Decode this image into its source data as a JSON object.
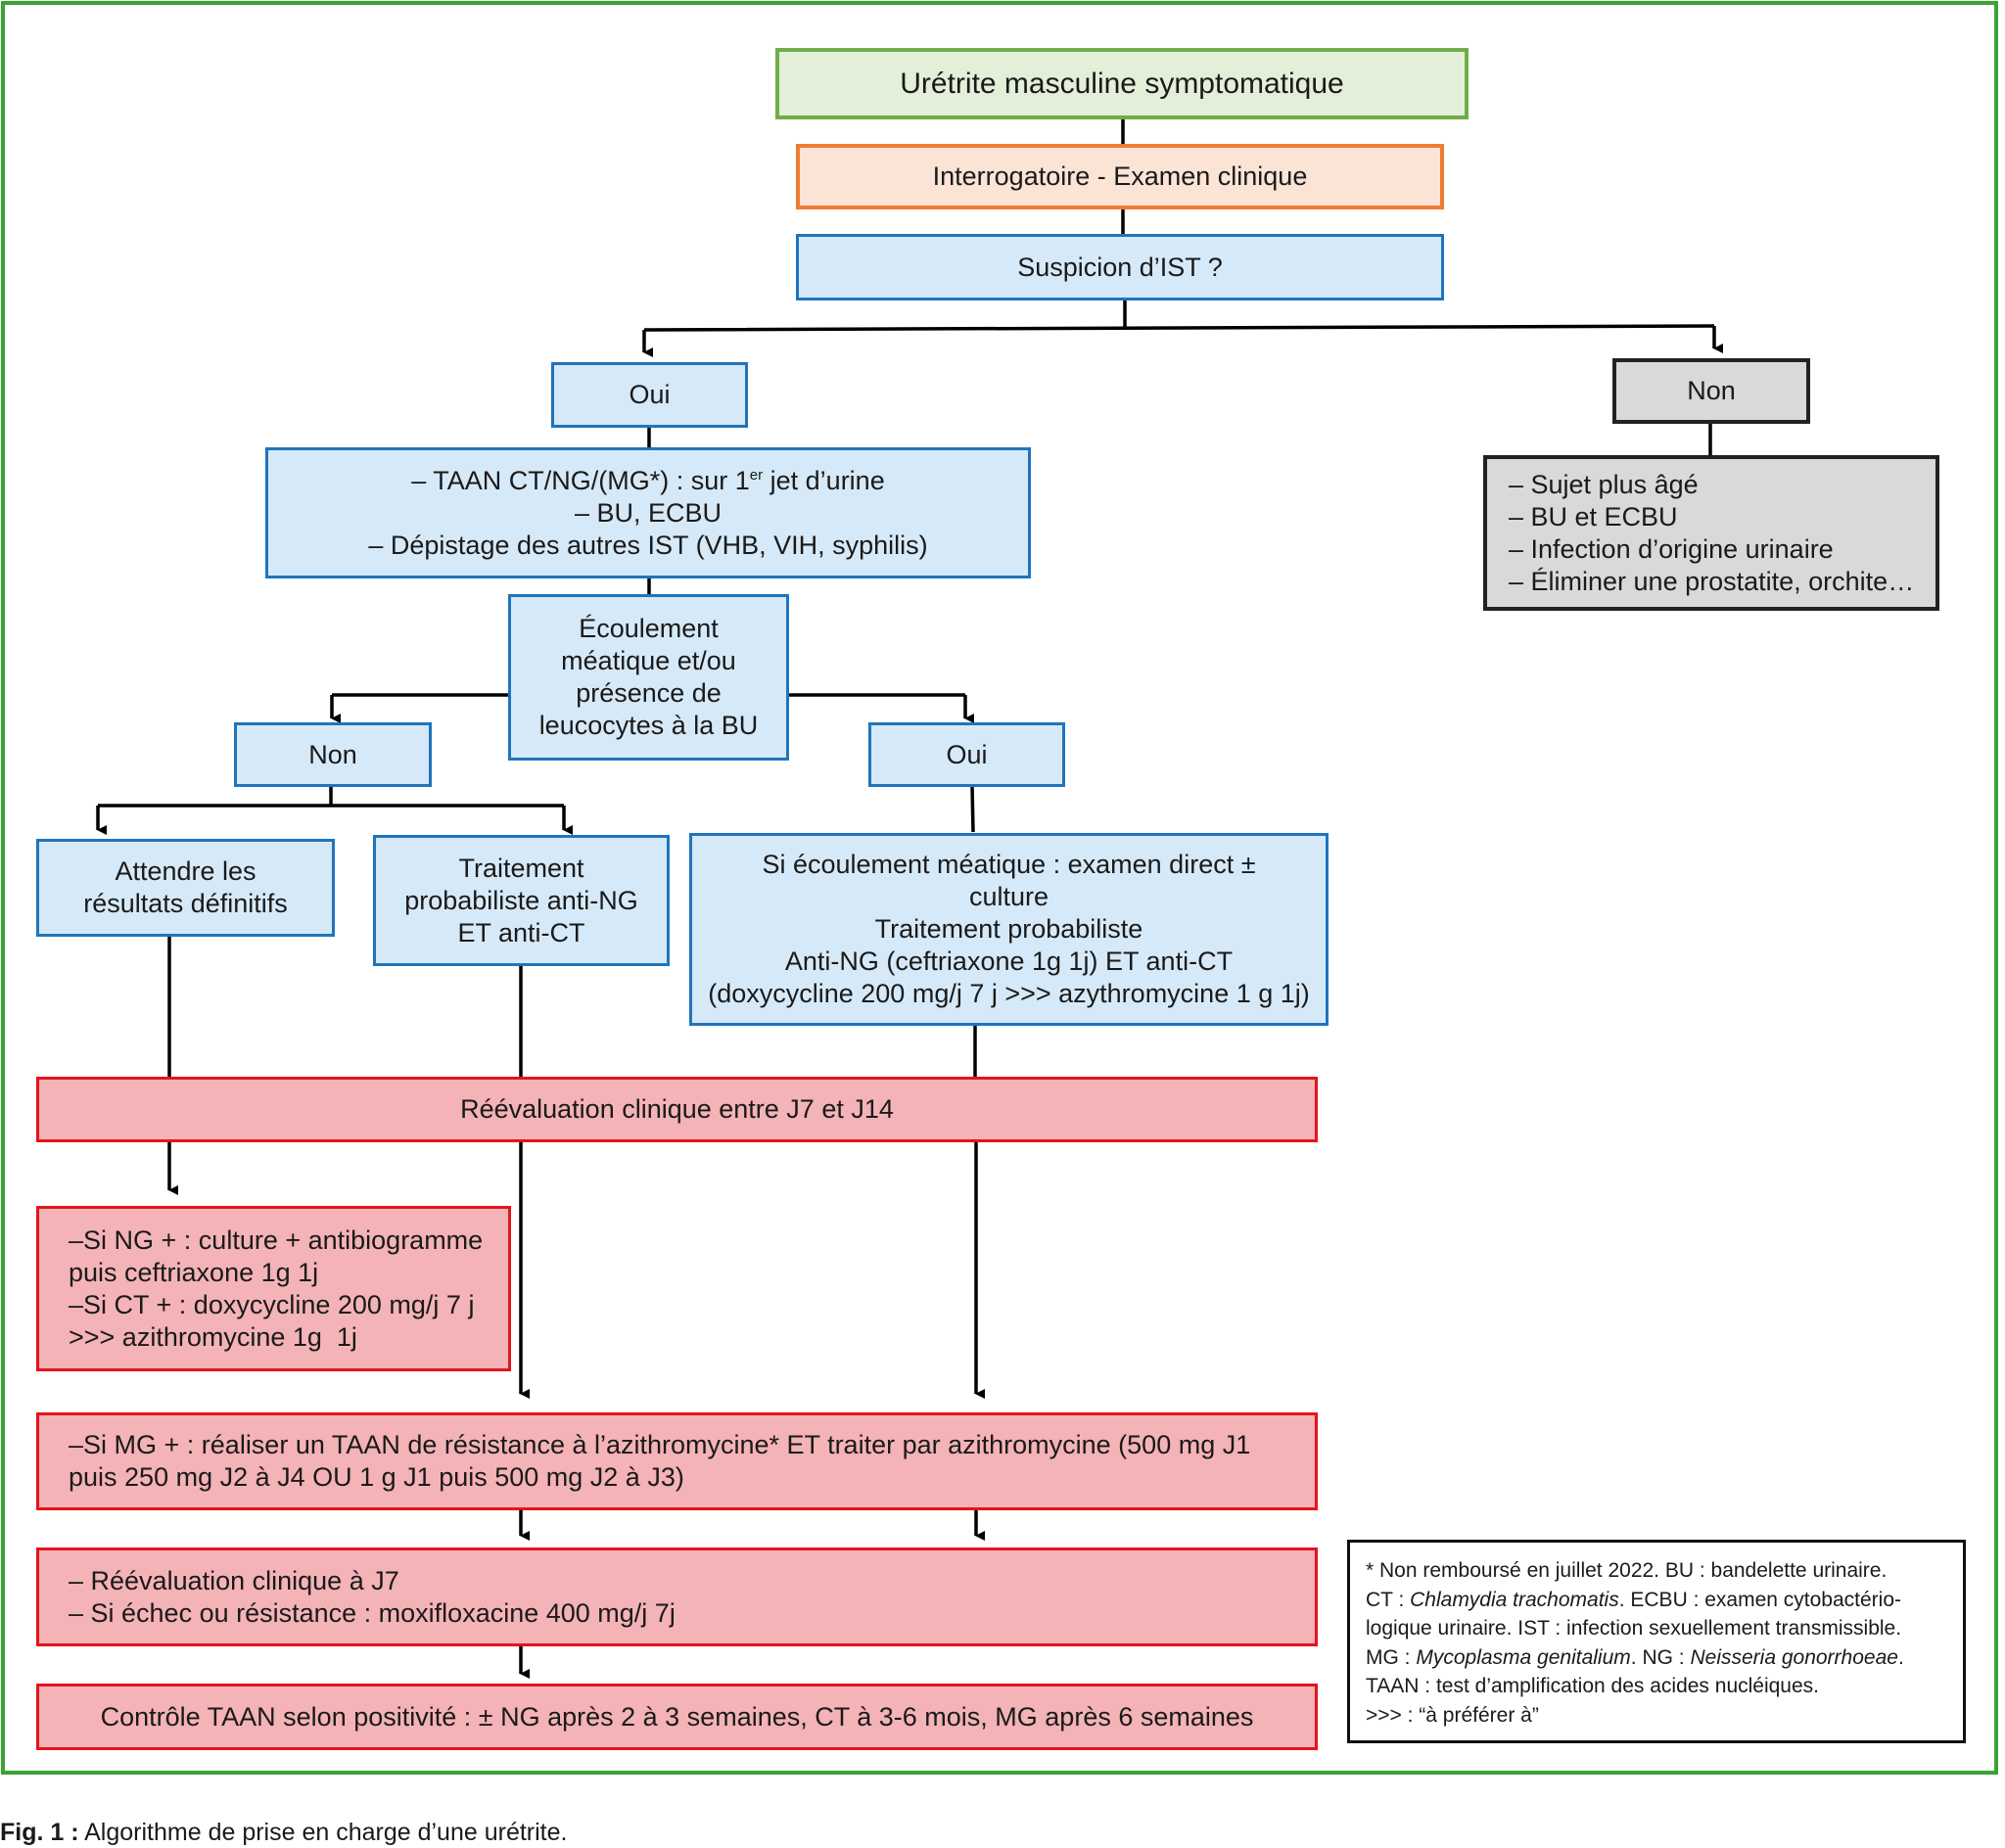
{
  "nodes": {
    "root": "Urétrite masculine symptomatique",
    "interrogatoire": "Interrogatoire - Examen clinique",
    "suspicion": "Suspicion d’IST ?",
    "oui_ist": "Oui",
    "non_ist": "Non",
    "non_ist_details": [
      "– Sujet plus âgé",
      "– BU et ECBU",
      "– Infection d’origine urinaire",
      "– Éliminer une prostatite, orchite…"
    ],
    "taan": {
      "line1_pre": "– TAAN CT/NG/(MG*) : sur 1",
      "line1_sup": "er",
      "line1_post": " jet d’urine",
      "line2": "– BU, ECBU",
      "line3": "– Dépistage des autres IST (VHB, VIH, syphilis)"
    },
    "ecoulement": [
      "Écoulement",
      "méatique et/ou",
      "présence de",
      "leucocytes à la BU"
    ],
    "non_ecoul": "Non",
    "oui_ecoul": "Oui",
    "attendre": [
      "Attendre les",
      "résultats définitifs"
    ],
    "traitement_proba": [
      "Traitement",
      "probabiliste anti-NG",
      "ET anti-CT"
    ],
    "si_ecoulement": [
      "Si écoulement méatique : examen direct ±",
      "culture",
      "Traitement probabiliste",
      "Anti-NG (ceftriaxone 1g 1j) ET anti-CT",
      "(doxycycline 200 mg/j 7 j >>> azythromycine 1 g 1j)"
    ],
    "reevaluation": "Réévaluation clinique entre J7 et J14",
    "si_ng_ct": [
      "–Si NG + : culture + antibiogramme",
      "puis ceftriaxone 1g 1j",
      "–Si CT + : doxycycline 200 mg/j 7 j",
      ">>> azithromycine 1g  1j"
    ],
    "si_mg": [
      "–Si MG + : réaliser un TAAN de résistance à l’azithromycine* ET traiter par azithromycine (500 mg J1",
      "puis 250 mg J2 à J4 OU 1 g J1 puis 500 mg J2 à J3)"
    ],
    "reeval_j7": [
      "– Réévaluation clinique à J7",
      "– Si échec ou résistance : moxifloxacine 400 mg/j 7j"
    ],
    "controle": "Contrôle TAAN  selon positivité : ± NG après 2 à 3 semaines, CT à 3-6 mois, MG après 6 semaines"
  },
  "legend": {
    "l1_a": "* Non remboursé en juillet 2022. BU : bandelette urinaire.",
    "l2_a": "CT : ",
    "l2_i": "Chlamydia trachomatis",
    "l2_b": ". ECBU : examen cytobactério-",
    "l3": "logique urinaire. IST : infection sexuellement transmissible.",
    "l4_a": "MG : ",
    "l4_i": "Mycoplasma genitalium",
    "l4_b": ". NG : ",
    "l4_i2": "Neisseria gonorrhoeae",
    "l4_c": ".",
    "l5": "TAAN : test d’amplification des acides nucléiques.",
    "l6": ">>> : “à préférer à”"
  },
  "caption": {
    "label": "Fig. 1 :",
    "text": " Algorithme de prise en charge d’une urétrite."
  },
  "colors": {
    "frame": "#3aa335",
    "green_fill": "#e3efd9",
    "green_border": "#70ad47",
    "orange_fill": "#fbe4d5",
    "orange_border": "#ed7d31",
    "blue_fill": "#d6e9f8",
    "blue_border": "#1f75bd",
    "grey_fill": "#d9d9d9",
    "red_fill": "#f4b3b6",
    "red_border": "#e3141e"
  }
}
